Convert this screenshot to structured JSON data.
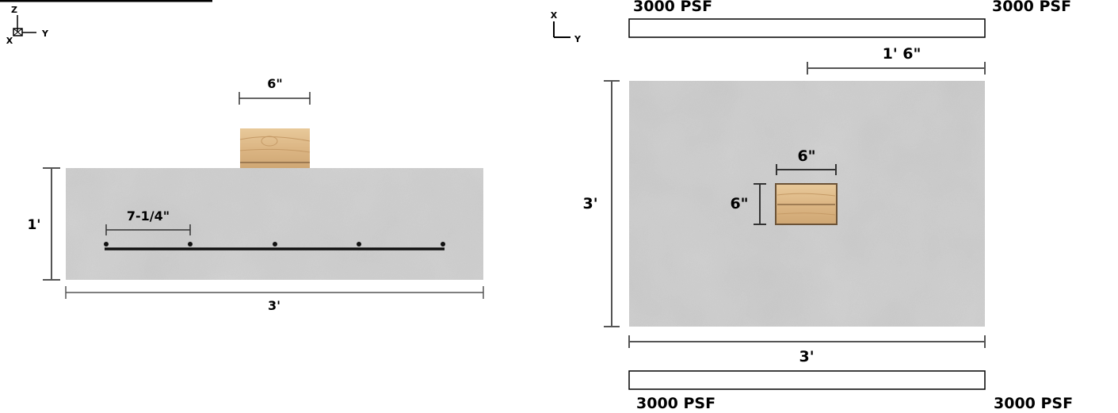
{
  "side_view": {
    "axis": {
      "up": "Z",
      "left": "X",
      "right": "Y"
    },
    "post_width": "6\"",
    "footing_height": "1'",
    "footing_width": "3'",
    "rebar_spacing": "7-1/4\""
  },
  "plan_view": {
    "axis": {
      "up": "X",
      "right": "Y"
    },
    "pressure_top_left": "3000 PSF",
    "pressure_top_right": "3000 PSF",
    "pressure_bottom_left": "3000 PSF",
    "pressure_bottom_right": "3000 PSF",
    "post_offset": "1' 6\"",
    "footing_length": "3'",
    "footing_width": "3'",
    "post_width": "6\"",
    "post_depth": "6\""
  },
  "colors": {
    "concrete": "#c8c8c8",
    "wood": "#deb887",
    "dimension_line": "#555555"
  }
}
